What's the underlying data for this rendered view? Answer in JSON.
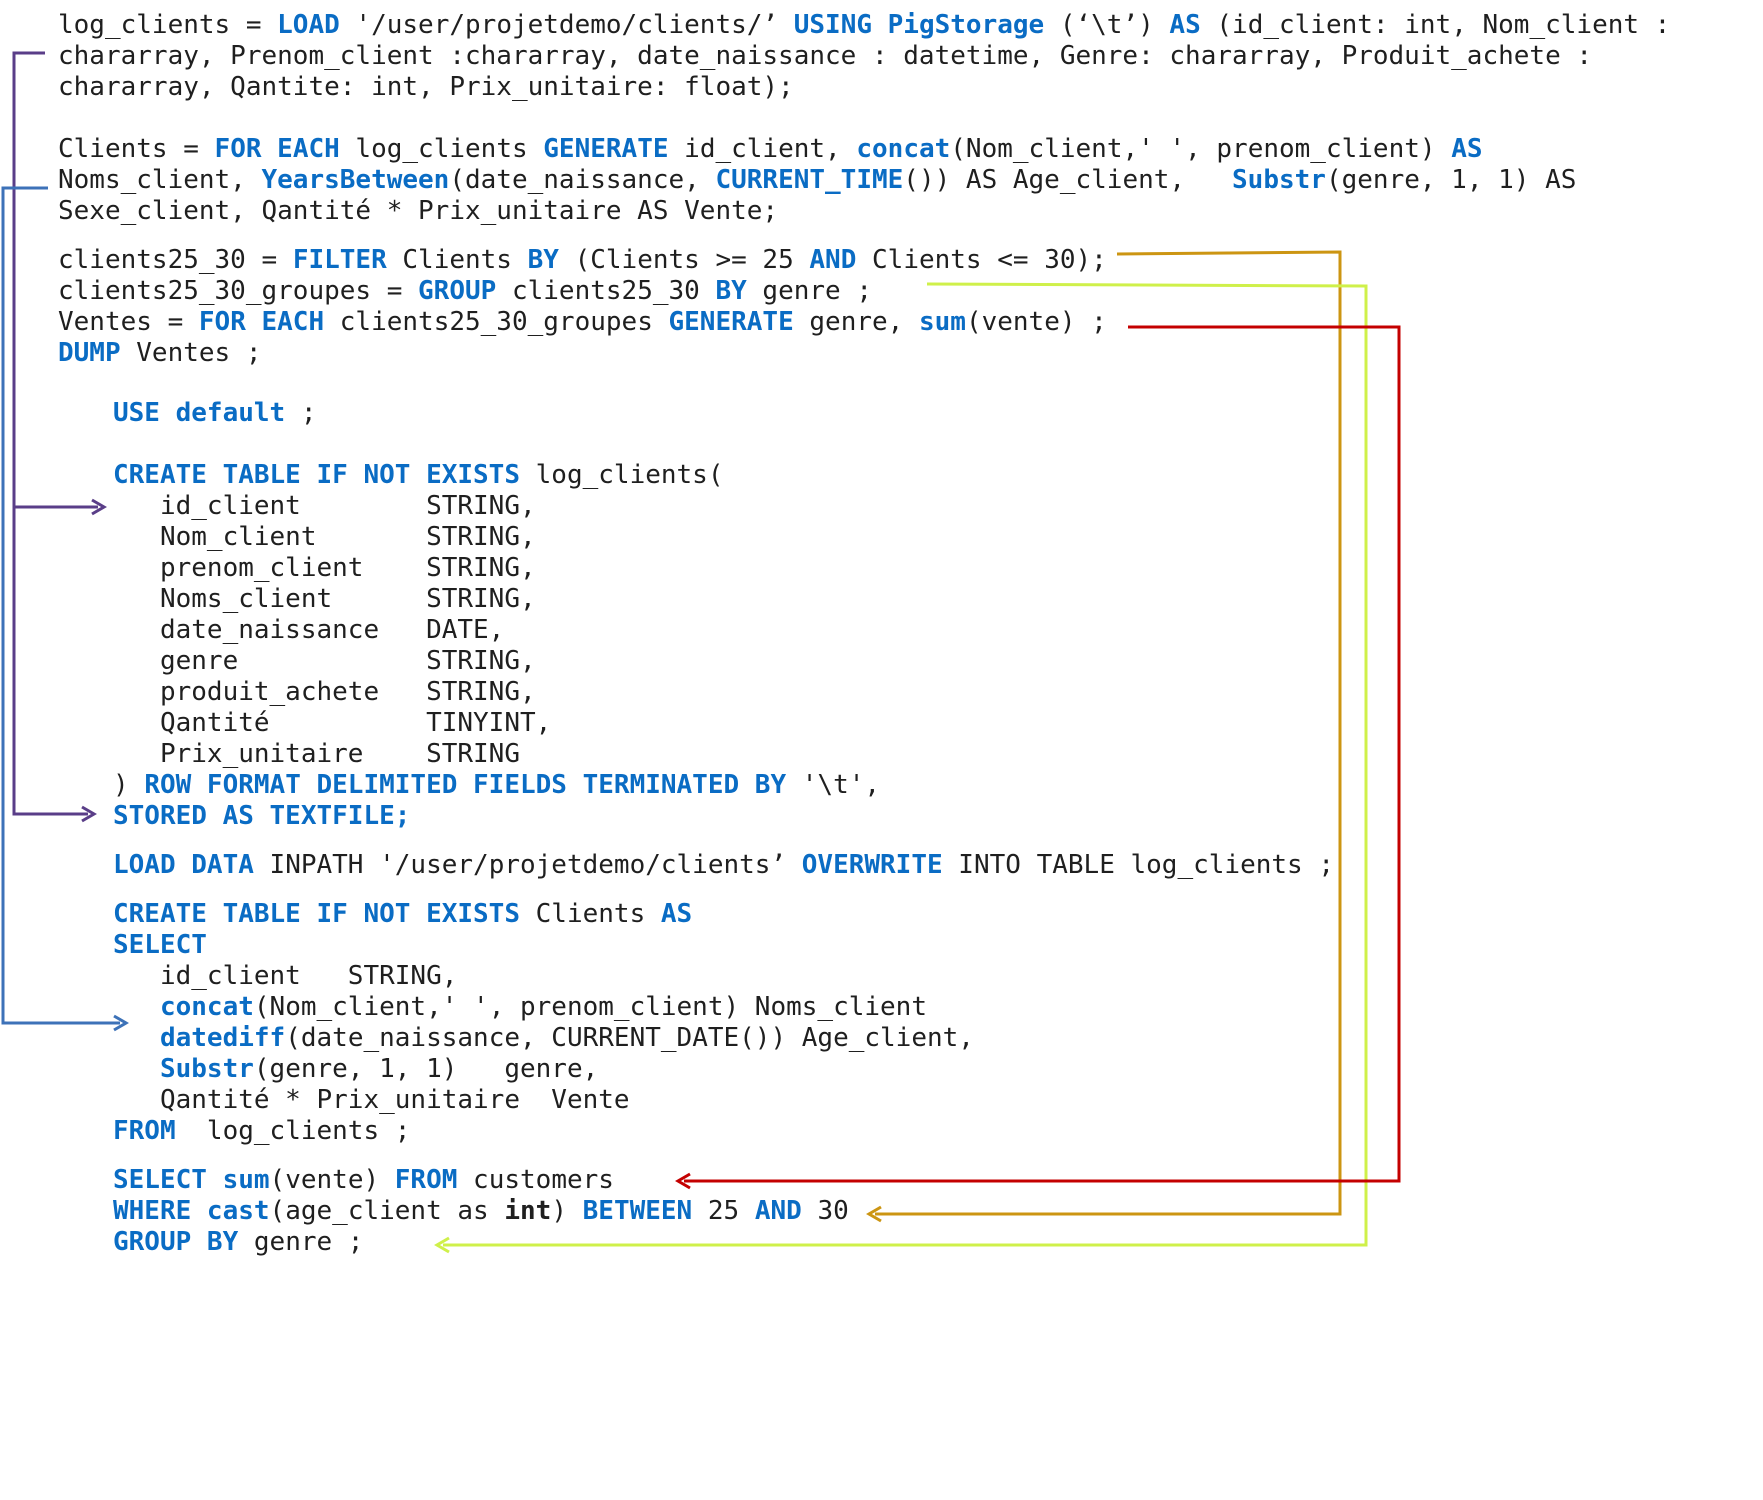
{
  "colors": {
    "keyword": "#0a6cc4",
    "text": "#1f1f1f",
    "arrow_schema": "#5a3e88",
    "arrow_transform": "#3d72b8",
    "arrow_filter": "#cc9512",
    "arrow_group": "#cff04a",
    "arrow_aggregate": "#c40000"
  },
  "pig": [
    [
      [
        "t",
        "log_clients = "
      ],
      [
        "k",
        "LOAD"
      ],
      [
        "t",
        " '/user/projetdemo/clients/’ "
      ],
      [
        "k",
        "USING PigStorage"
      ],
      [
        "t",
        " (‘\\t’) "
      ],
      [
        "k",
        "AS"
      ],
      [
        "t",
        " (id_client: int, Nom_client :"
      ]
    ],
    [
      [
        "t",
        "chararray, Prenom_client :chararray, date_naissance : datetime, Genre: chararray, Produit_achete :"
      ]
    ],
    [
      [
        "t",
        "chararray, Qantite: int, Prix_unitaire: float);"
      ]
    ],
    [
      [
        "t",
        "Clients = "
      ],
      [
        "k",
        "FOR EACH"
      ],
      [
        "t",
        " log_clients "
      ],
      [
        "k",
        "GENERATE"
      ],
      [
        "t",
        " id_client, "
      ],
      [
        "k",
        "concat"
      ],
      [
        "t",
        "(Nom_client,' ', prenom_client) "
      ],
      [
        "k",
        "AS"
      ]
    ],
    [
      [
        "t",
        "Noms_client, "
      ],
      [
        "k",
        "YearsBetween"
      ],
      [
        "t",
        "(date_naissance, "
      ],
      [
        "k",
        "CURRENT_TIME"
      ],
      [
        "t",
        "()) AS Age_client,   "
      ],
      [
        "k",
        "Substr"
      ],
      [
        "t",
        "(genre, 1, 1) AS"
      ]
    ],
    [
      [
        "t",
        "Sexe_client, Qantité * Prix_unitaire AS Vente;"
      ]
    ],
    [
      [
        "t",
        "clients25_30 = "
      ],
      [
        "k",
        "FILTER"
      ],
      [
        "t",
        " Clients "
      ],
      [
        "k",
        "BY"
      ],
      [
        "t",
        " (Clients >= 25 "
      ],
      [
        "k",
        "AND"
      ],
      [
        "t",
        " Clients <= 30);"
      ]
    ],
    [
      [
        "t",
        "clients25_30_groupes = "
      ],
      [
        "k",
        "GROUP"
      ],
      [
        "t",
        " clients25_30 "
      ],
      [
        "k",
        "BY"
      ],
      [
        "t",
        " genre ;"
      ]
    ],
    [
      [
        "t",
        "Ventes = "
      ],
      [
        "k",
        "FOR EACH"
      ],
      [
        "t",
        " clients25_30_groupes "
      ],
      [
        "k",
        "GENERATE"
      ],
      [
        "t",
        " genre, "
      ],
      [
        "k",
        "sum"
      ],
      [
        "t",
        "(vente) ;"
      ]
    ],
    [
      [
        "k",
        "DUMP"
      ],
      [
        "t",
        " Ventes ;"
      ]
    ]
  ],
  "hive": [
    [
      [
        "k",
        "USE default"
      ],
      [
        "t",
        " ;"
      ]
    ],
    [
      [
        "k",
        "CREATE TABLE IF NOT EXISTS"
      ],
      [
        "t",
        " log_clients("
      ]
    ],
    [
      [
        "t",
        "   id_client        STRING,"
      ]
    ],
    [
      [
        "t",
        "   Nom_client       STRING,"
      ]
    ],
    [
      [
        "t",
        "   prenom_client    STRING,"
      ]
    ],
    [
      [
        "t",
        "   Noms_client      STRING,"
      ]
    ],
    [
      [
        "t",
        "   date_naissance   DATE,"
      ]
    ],
    [
      [
        "t",
        "   genre            STRING,"
      ]
    ],
    [
      [
        "t",
        "   produit_achete   STRING,"
      ]
    ],
    [
      [
        "t",
        "   Qantité          TINYINT,"
      ]
    ],
    [
      [
        "t",
        "   Prix_unitaire    STRING"
      ]
    ],
    [
      [
        "t",
        ") "
      ],
      [
        "k",
        "ROW FORMAT DELIMITED FIELDS TERMINATED BY"
      ],
      [
        "t",
        " '\\t',"
      ]
    ],
    [
      [
        "k",
        "STORED AS TEXTFILE;"
      ]
    ],
    [
      [
        "k",
        "LOAD DATA"
      ],
      [
        "t",
        " INPATH '/user/projetdemo/clients’ "
      ],
      [
        "k",
        "OVERWRITE"
      ],
      [
        "t",
        " INTO TABLE log_clients ;"
      ]
    ],
    [
      [
        "k",
        "CREATE TABLE IF NOT EXISTS"
      ],
      [
        "t",
        " Clients "
      ],
      [
        "k",
        "AS"
      ]
    ],
    [
      [
        "k",
        "SELECT"
      ]
    ],
    [
      [
        "t",
        "   id_client   STRING,"
      ]
    ],
    [
      [
        "t",
        "   "
      ],
      [
        "k",
        "concat"
      ],
      [
        "t",
        "(Nom_client,' ', prenom_client) Noms_client"
      ]
    ],
    [
      [
        "t",
        "   "
      ],
      [
        "k",
        "datediff"
      ],
      [
        "t",
        "(date_naissance, CURRENT_DATE()) Age_client,"
      ]
    ],
    [
      [
        "t",
        "   "
      ],
      [
        "k",
        "Substr"
      ],
      [
        "t",
        "(genre, 1, 1)   genre,"
      ]
    ],
    [
      [
        "t",
        "   Qantité * Prix_unitaire  Vente"
      ]
    ],
    [
      [
        "k",
        "FROM"
      ],
      [
        "t",
        "  log_clients ;"
      ]
    ],
    [
      [
        "k",
        "SELECT sum"
      ],
      [
        "t",
        "(vente) "
      ],
      [
        "k",
        "FROM"
      ],
      [
        "t",
        " customers"
      ]
    ],
    [
      [
        "k",
        "WHERE cast"
      ],
      [
        "t",
        "(age_client as "
      ],
      [
        "b",
        "int"
      ],
      [
        "t",
        ") "
      ],
      [
        "k",
        "BETWEEN"
      ],
      [
        "t",
        " 25 "
      ],
      [
        "k",
        "AND"
      ],
      [
        "t",
        " 30"
      ]
    ],
    [
      [
        "k",
        "GROUP BY"
      ],
      [
        "t",
        " genre ;"
      ]
    ]
  ]
}
